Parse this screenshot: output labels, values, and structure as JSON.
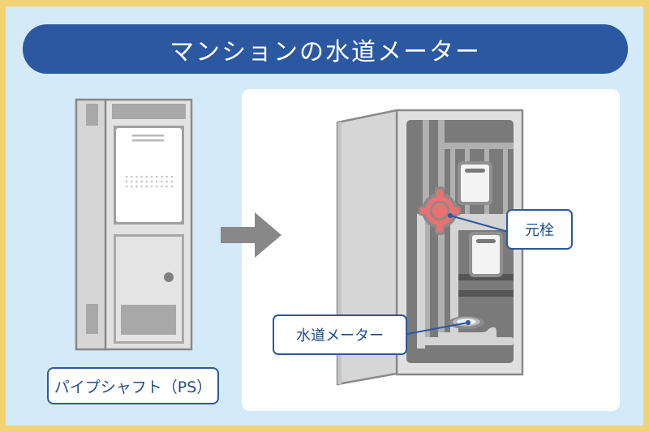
{
  "title": "マンションの水道メーター",
  "labels": {
    "pipe_shaft": "パイプシャフト（PS）",
    "main_valve": "元栓",
    "water_meter": "水道メーター"
  },
  "colors": {
    "outer_border": "#f2d374",
    "background": "#d4eaf8",
    "title_bar": "#2b58a0",
    "label_text": "#1f4e8c",
    "valve": "#e87272",
    "cabinet_gray": "#e0e0e0",
    "cabinet_dark": "#7a7a7a",
    "arrow": "#888888"
  }
}
